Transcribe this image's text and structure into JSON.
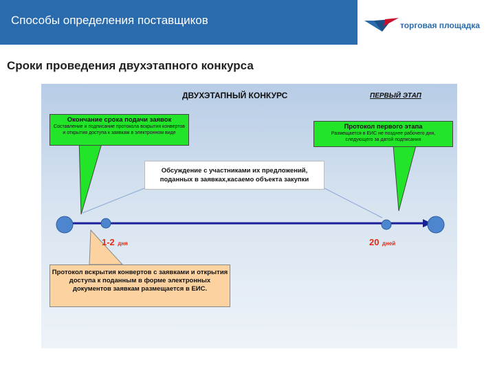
{
  "header": {
    "title": "Способы определения поставщиков",
    "logo_text": "торговая площадка"
  },
  "subtitle": "Сроки проведения двухэтапного конкурса",
  "diagram": {
    "title": "ДВУХЭТАПНЫЙ КОНКУРС",
    "stage": "ПЕРВЫЙ ЭТАП",
    "box_left": {
      "heading": "Окончание срока подачи заявок",
      "text": "Составление и подписание протокола вскрытия конвертов и открытия доступа к заявкам в электронном виде"
    },
    "box_right": {
      "heading": "Протокол первого этапа",
      "text": "Размещается в ЕИС не позднее рабочего дня, следующего за датой подписания"
    },
    "box_middle": "Обсуждение с участниками их предложений, поданных в заявках,касаемо объекта закупки",
    "box_bottom": "Протокол вскрытия конвертов с заявками и открытия доступа к поданным в форме электронных документов заявкам размещается в ЕИС.",
    "days_short": {
      "num": "1-2",
      "unit": "дня"
    },
    "days_long": {
      "num": "20",
      "unit": "дней"
    }
  },
  "colors": {
    "header_bg": "#2a6bad",
    "timeline": "#1b1f9a",
    "green_box": "#22e52a",
    "orange_box": "#fcd3a0",
    "days_text": "#e32b16",
    "circle": "#4d86cf"
  }
}
